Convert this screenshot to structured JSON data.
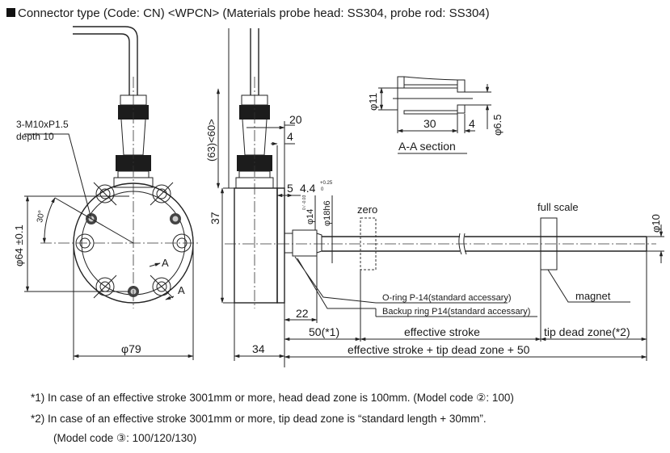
{
  "title": "Connector type (Code: CN) <WPCN> (Materials probe head: SS304, probe rod: SS304)",
  "front_view": {
    "thread_note_1": "3-M10xP1.5",
    "thread_note_2": "depth 10",
    "angle": "30°",
    "dia_bolt": "φ64 ±0.1",
    "dia_outer": "φ79",
    "section_mark_1": "A",
    "section_mark_2": "A"
  },
  "side_view": {
    "dim_cable": "(63)<60>",
    "dim_20": "20",
    "dim_4": "4",
    "dim_37": "37",
    "dim_5": "5",
    "dim_44": "4.4",
    "dim_44_tol_upper": "+0.25",
    "dim_44_tol_lower": "0",
    "dim_14": "φ14",
    "dim_14_tol": "0 / -0.03",
    "dim_18": "φ18h6",
    "dim_22": "22",
    "dim_34": "34",
    "dim_50": "50(*1)",
    "zero": "zero",
    "full_scale": "full scale",
    "dia_rod": "φ10",
    "oring": "O-ring P-14(standard accessary)",
    "backup": "Backup ring P14(standard accessary)",
    "magnet": "magnet",
    "effective_stroke": "effective stroke",
    "tip_dead_zone": "tip dead zone(*2)",
    "total": "effective stroke + tip dead zone + 50"
  },
  "section": {
    "dia_11": "φ11",
    "dim_30": "30",
    "dim_4": "4",
    "dia_65": "φ6.5",
    "label": "A-A section"
  },
  "notes": [
    "*1) In case of an effective stroke 3001mm or more, head dead zone  is 100mm. (Model code ②: 100)",
    "*2) In case of an effective stroke 3001mm or more, tip dead zone is “standard length + 30mm”.",
    "(Model code ③: 100/120/130)"
  ]
}
